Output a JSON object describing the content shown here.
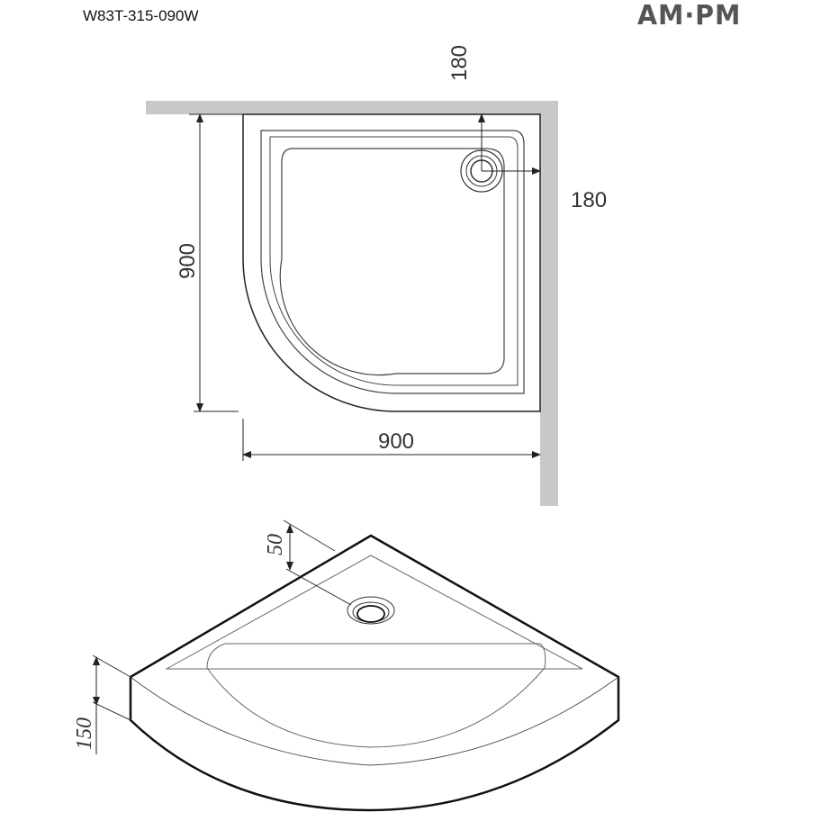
{
  "header": {
    "model_code": "W83T-315-090W",
    "brand_logo": "AM·PM"
  },
  "top_view": {
    "width_label": "900",
    "depth_label": "900",
    "drain_offset_top_label": "180",
    "drain_offset_side_label": "180"
  },
  "iso_view": {
    "rim_height_label": "50",
    "total_height_label": "150"
  },
  "colors": {
    "wall": "#c8c8c8",
    "line": "#222222",
    "thin_line": "#555555"
  }
}
